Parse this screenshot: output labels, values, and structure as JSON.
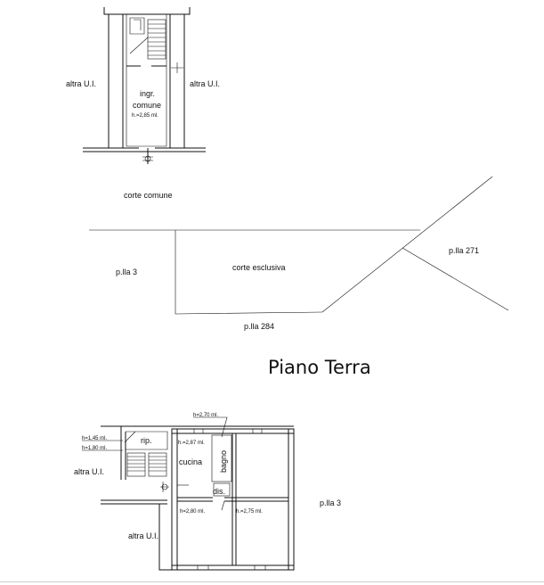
{
  "top_plan": {
    "left_unit": "altra U.I.",
    "right_unit": "altra U.I.",
    "room_name_line1": "ingr.",
    "room_name_line2": "comune",
    "room_height": "h.=2,85 ml."
  },
  "site_plan": {
    "common_court": "corte comune",
    "exclusive_court": "corte esclusiva",
    "parcel_left": "p.lla 3",
    "parcel_right": "p.lla 271",
    "parcel_bottom": "p.lla 284"
  },
  "heading": "Piano Terra",
  "ground_plan": {
    "height_top": "h=2,70 ml.",
    "height_a": "h=1,45 ml.",
    "height_b": "h=1,80 ml.",
    "storage": "rip.",
    "kitchen_height": "h.=2,87 ml.",
    "kitchen": "cucina",
    "bathroom": "bagno",
    "hallway": "dis.",
    "room_left_height": "h=2,80 ml.",
    "room_right_height": "h.=2,75 ml.",
    "unit_west": "altra U.I.",
    "unit_south": "altra U.I.",
    "parcel_east": "p.lla 3"
  }
}
